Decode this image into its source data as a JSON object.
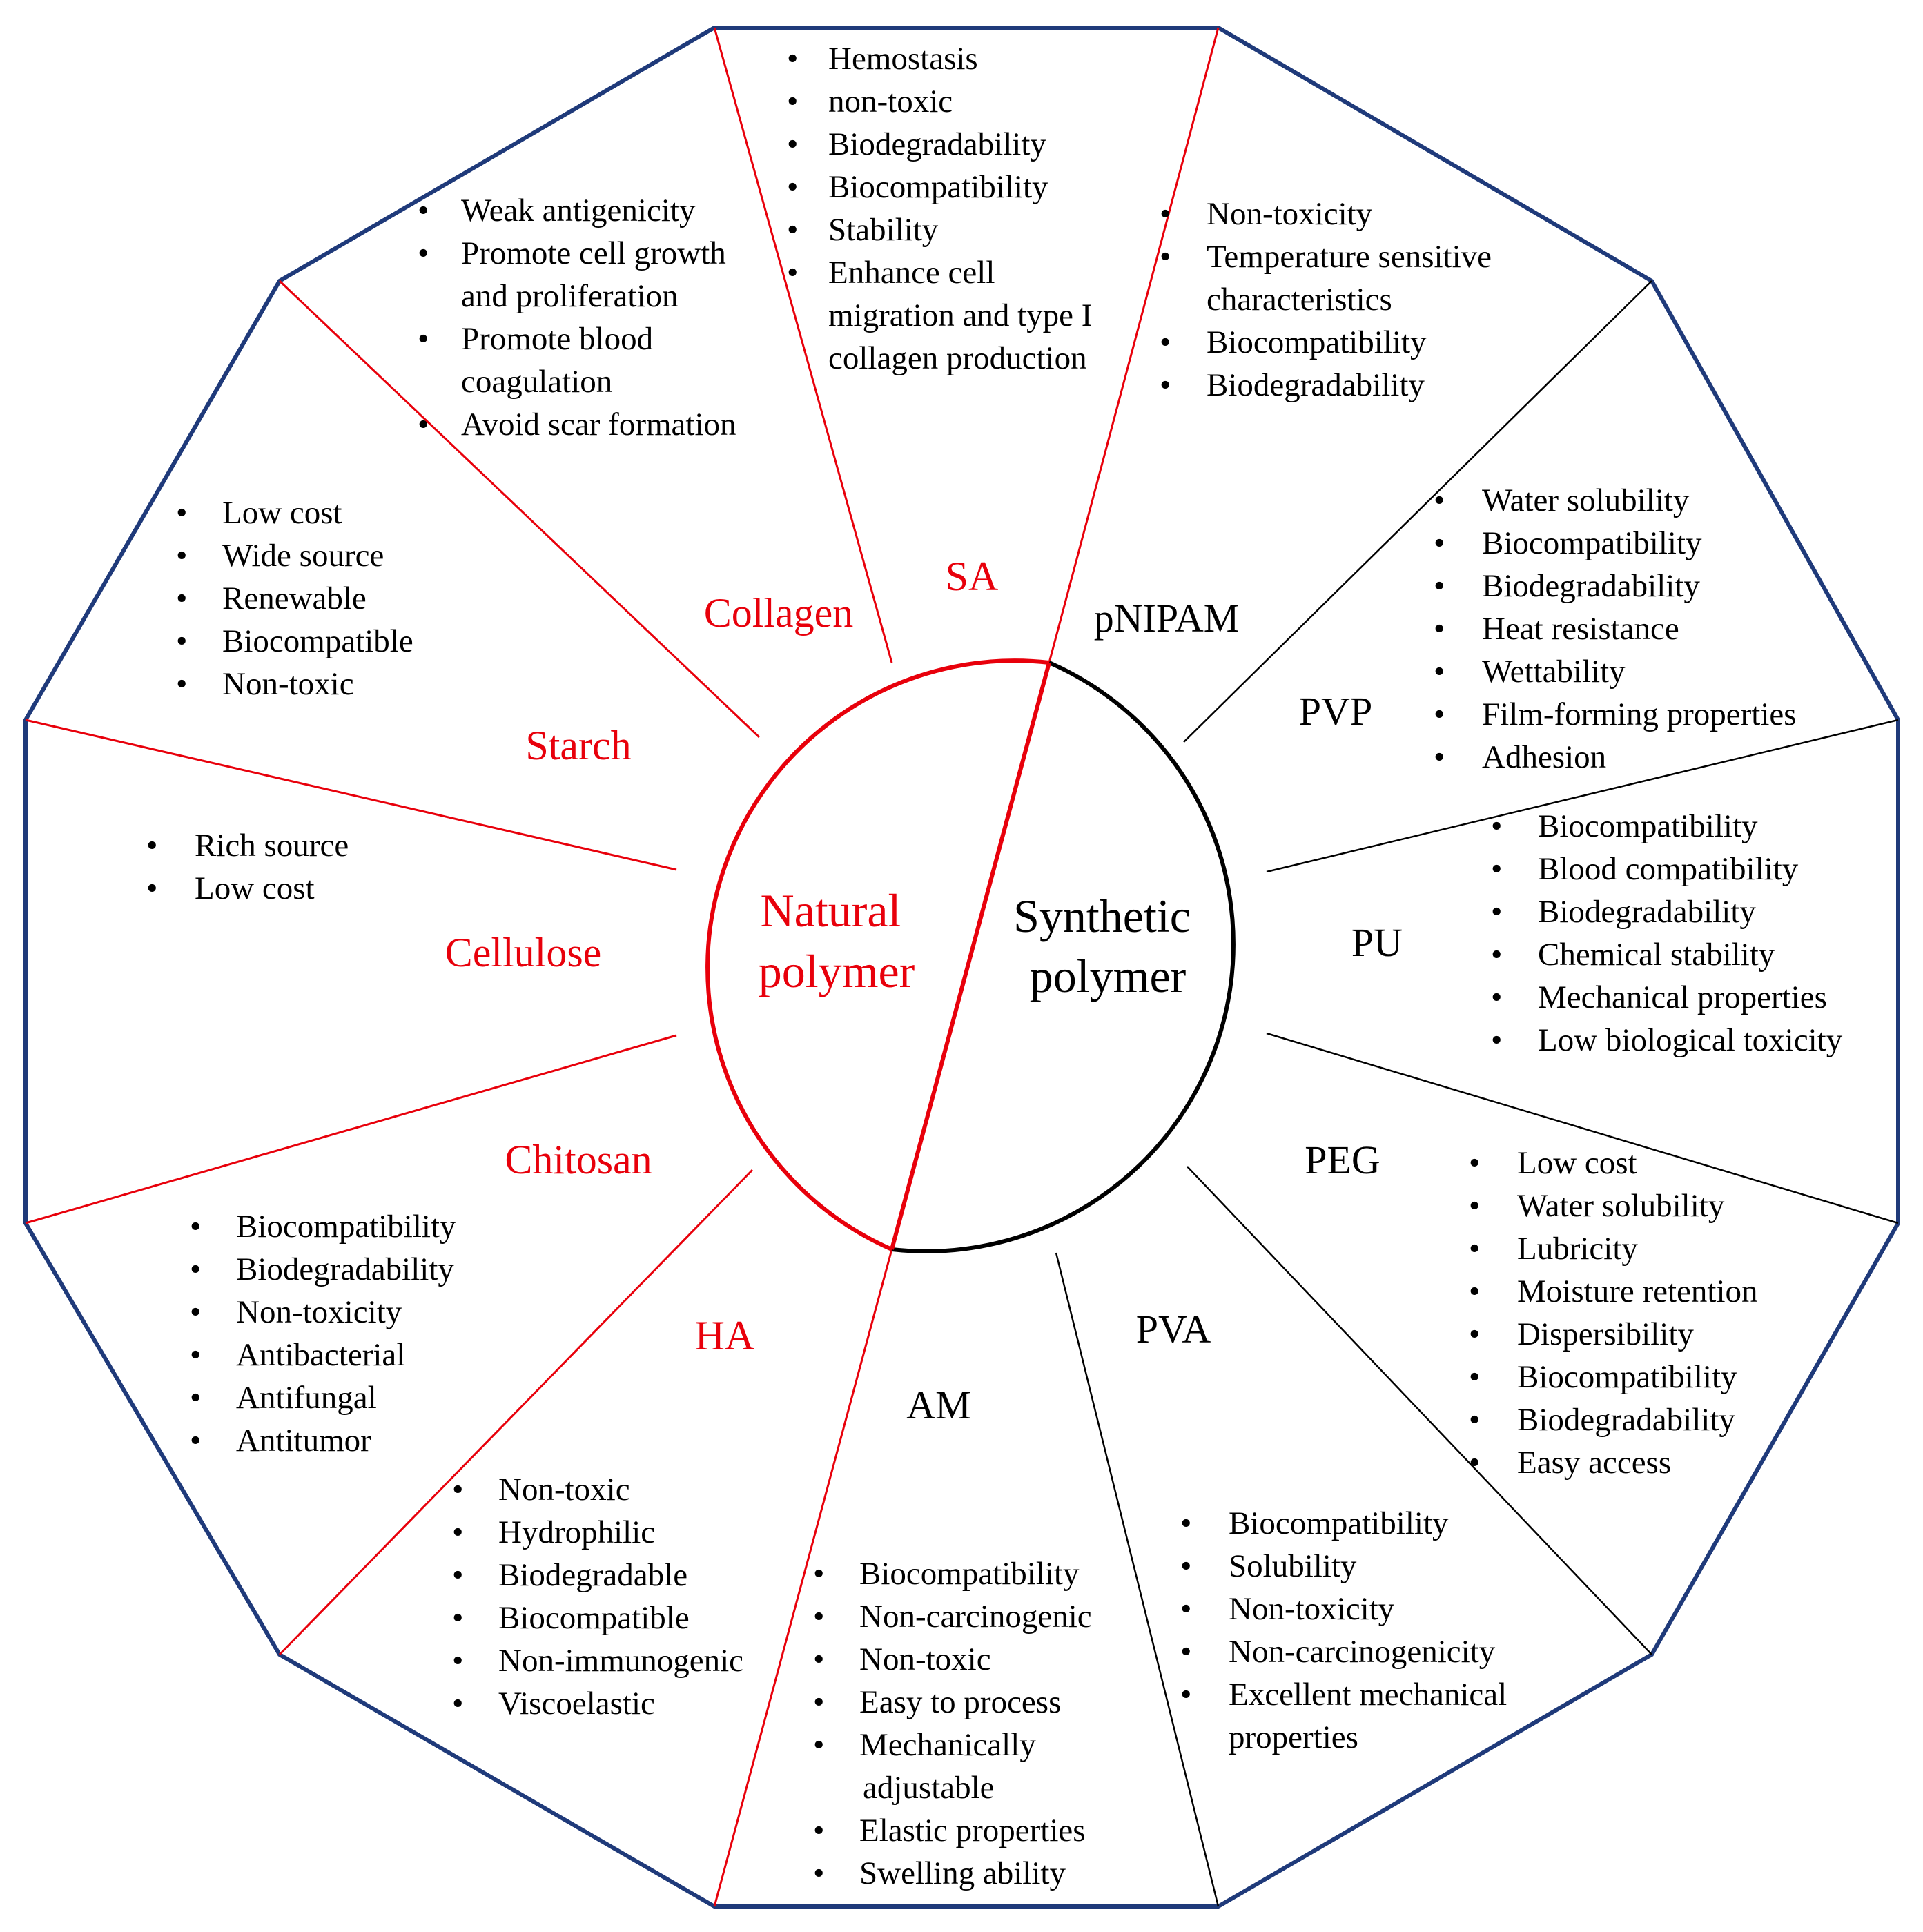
{
  "colors": {
    "natural": "#e8000b",
    "synthetic": "#000000",
    "outline": "#1f3a7a",
    "text": "#000000"
  },
  "center": {
    "natural": [
      "Natural",
      "polymer"
    ],
    "synthetic": [
      "Synthetic",
      "polymer"
    ]
  },
  "polymers": [
    {
      "name": "SA",
      "group": "natural",
      "properties": [
        "Hemostasis",
        "non-toxic",
        "Biodegradability",
        "Biocompatibility",
        "Stability",
        "Enhance cell",
        "migration and type I",
        "collagen production"
      ]
    },
    {
      "name": "Collagen",
      "group": "natural",
      "properties": [
        "Weak antigenicity",
        "Promote cell growth",
        "and proliferation",
        "Promote blood",
        "coagulation",
        "Avoid scar formation"
      ]
    },
    {
      "name": "Starch",
      "group": "natural",
      "properties": [
        "Low cost",
        "Wide source",
        "Renewable",
        "Biocompatible",
        "Non-toxic"
      ]
    },
    {
      "name": "Cellulose",
      "group": "natural",
      "properties": [
        "Rich source",
        "Low cost"
      ]
    },
    {
      "name": "Chitosan",
      "group": "natural",
      "properties": [
        "Biocompatibility",
        "Biodegradability",
        "Non-toxicity",
        "Antibacterial",
        "Antifungal",
        "Antitumor"
      ]
    },
    {
      "name": "HA",
      "group": "natural",
      "properties": [
        "Non-toxic",
        "Hydrophilic",
        "Biodegradable",
        "Biocompatible",
        "Non-immunogenic",
        "Viscoelastic"
      ]
    },
    {
      "name": "AM",
      "group": "synthetic",
      "properties": [
        "Biocompatibility",
        "Non-carcinogenic",
        "Non-toxic",
        "Easy to process",
        "Mechanically",
        "adjustable",
        "Elastic properties",
        "Swelling ability"
      ]
    },
    {
      "name": "PVA",
      "group": "synthetic",
      "properties": [
        "Biocompatibility",
        "Solubility",
        "Non-toxicity",
        "Non-carcinogenicity",
        "Excellent mechanical",
        "properties"
      ]
    },
    {
      "name": "PEG",
      "group": "synthetic",
      "properties": [
        "Low cost",
        "Water solubility",
        "Lubricity",
        "Moisture retention",
        "Dispersibility",
        "Biocompatibility",
        "Biodegradability",
        "Easy access"
      ]
    },
    {
      "name": "PU",
      "group": "synthetic",
      "properties": [
        "Biocompatibility",
        "Blood compatibility",
        "Biodegradability",
        "Chemical stability",
        "Mechanical properties",
        "Low biological toxicity"
      ]
    },
    {
      "name": "PVP",
      "group": "synthetic",
      "properties": [
        "Water solubility",
        "Biocompatibility",
        "Biodegradability",
        "Heat resistance",
        "Wettability",
        "Film-forming properties",
        "Adhesion"
      ]
    },
    {
      "name": "pNIPAM",
      "group": "synthetic",
      "properties": [
        "Non-toxicity",
        "Temperature sensitive",
        "characteristics",
        "Biocompatibility",
        "Biodegradability"
      ]
    }
  ]
}
